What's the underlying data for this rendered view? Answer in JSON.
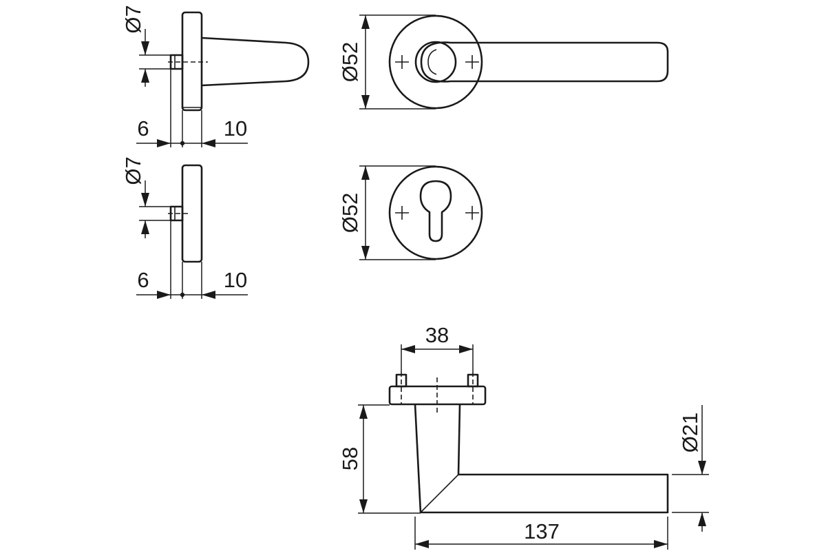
{
  "dimensions": {
    "rose_side_pin_dia": "Ø7",
    "rose_side_left": "6",
    "rose_side_right": "10",
    "rose_front_dia": "Ø52",
    "escutcheon_side_pin_dia": "Ø7",
    "escutcheon_side_left": "6",
    "escutcheon_side_right": "10",
    "escutcheon_front_dia": "Ø52",
    "top_screw_spacing": "38",
    "lever_projection": "58",
    "lever_length": "137",
    "lever_grip_dia": "Ø21"
  }
}
